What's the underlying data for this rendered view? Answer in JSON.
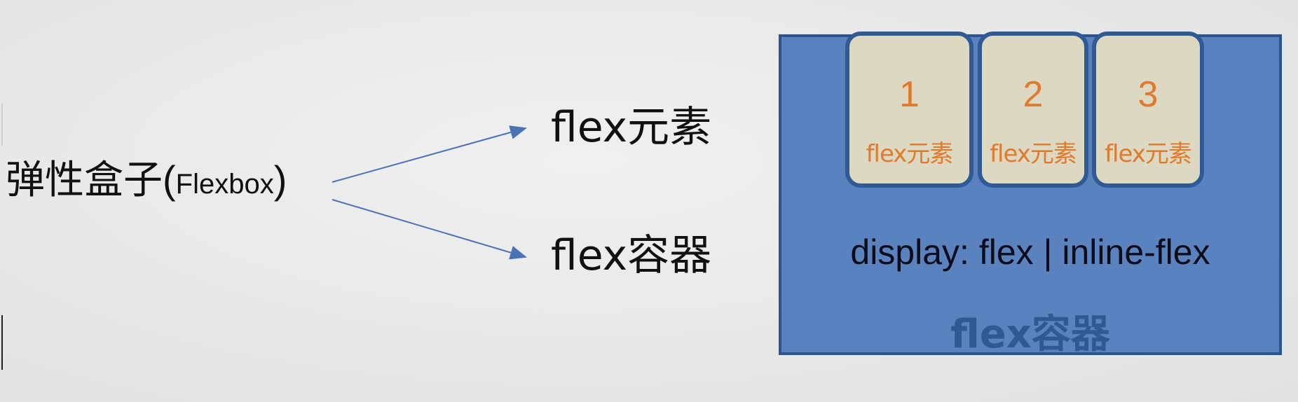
{
  "left_label": {
    "main": "弹性盒子",
    "open_paren": "(",
    "sub": "Flexbox",
    "close_paren": ")"
  },
  "branches": [
    "flex元素",
    "flex容器"
  ],
  "diagram": {
    "items": [
      {
        "number": "1",
        "caption": "flex元素"
      },
      {
        "number": "2",
        "caption": "flex元素"
      },
      {
        "number": "3",
        "caption": "flex元素"
      }
    ],
    "display_text": "display: flex | inline-flex",
    "container_label": "flex容器"
  },
  "colors": {
    "container_fill": "#5a82be",
    "container_border": "#2c5590",
    "item_fill": "#dcd8c2",
    "item_text": "#e07a2c",
    "arrow": "#4a73b5"
  }
}
